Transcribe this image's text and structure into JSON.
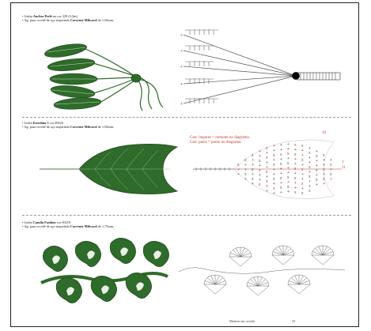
{
  "sections": [
    {
      "line1_prefix": "• Linha ",
      "line1_bold": "Anchor Perlé",
      "line1_suffix": " na cor 229 (2,5m)",
      "line2_prefix": "• Ag. para crochê de aço niquelado ",
      "line2_bold": "Corrente Milward",
      "line2_suffix": " de 1,50mm."
    },
    {
      "line1_prefix": "• Linha ",
      "line1_bold": "Esterlina 5",
      "line1_suffix": " cor 00024",
      "line2_prefix": "• Ag. para crochê de aço niquelado ",
      "line2_bold": "Corrente Milward",
      "line2_suffix": " de 1,50mm."
    },
    {
      "line1_prefix": "• Linha ",
      "line1_bold": "Camila Fashion",
      "line1_suffix": " cor 00218",
      "line2_prefix": "• Ag. para crochê de aço niquelado ",
      "line2_bold": "Corrente Milward",
      "line2_suffix": " de 1,75mm."
    }
  ],
  "legend": {
    "line1": "Carr. ímpares = remonte no diagrama",
    "line2": "Carr. pares = ponto no diagrama"
  },
  "row_numbers": [
    "10",
    "1",
    "11"
  ],
  "footer": {
    "label": "Mestres em crochê",
    "page": "33"
  },
  "colors": {
    "yarn_green": "#2f6b2a",
    "yarn_dark": "#1f4d1c",
    "diagram_line": "#555555",
    "diagram_red": "#c0392b"
  }
}
